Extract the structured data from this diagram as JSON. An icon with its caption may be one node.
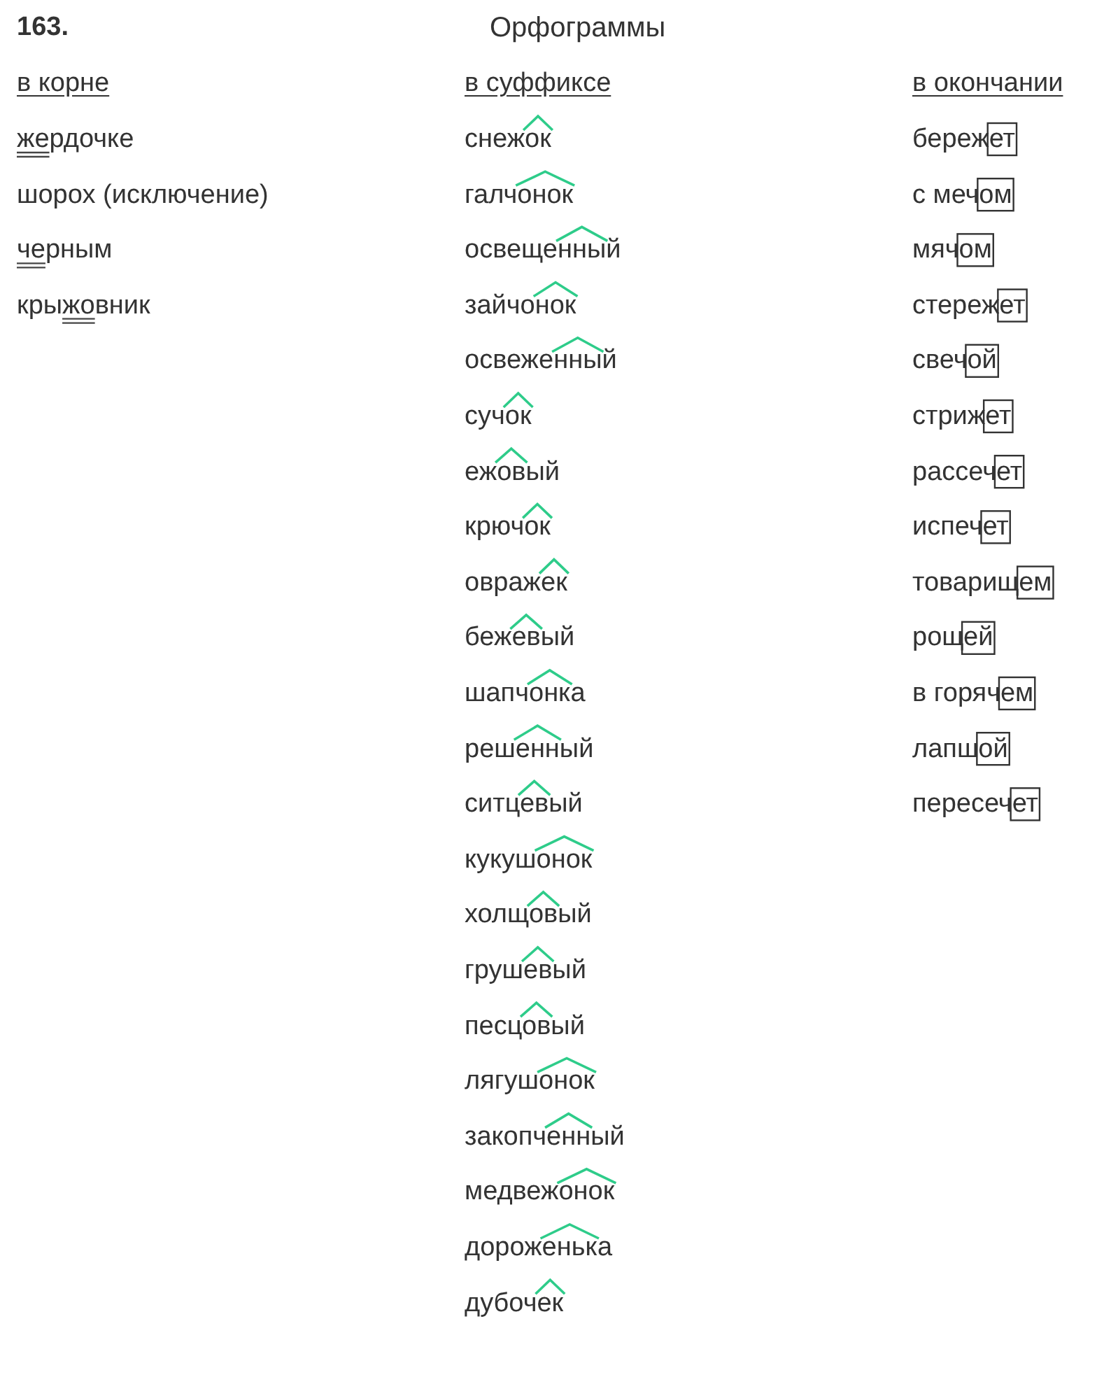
{
  "diagram": {
    "title": "Орфограммы",
    "labels": [
      "163.",
      "в корне",
      "в суффиксе",
      "в окончании",
      "жердочке",
      "шорох (исключение)",
      "черным",
      "крыжовник",
      "снежок",
      "галчонок",
      "освещенный",
      "зайчонок",
      "освеженный",
      "сучок",
      "ежовый",
      "крючок",
      "овражек",
      "бежевый",
      "шапчонка",
      "решенный",
      "ситцевый",
      "кукушонок",
      "холщовый",
      "грушевый",
      "песцовый",
      "лягушонок",
      "закопченный",
      "медвежонок",
      "дороженька",
      "дубочек",
      "бережет",
      "с мечом",
      "мячом",
      "стережет",
      "свечой",
      "стрижет",
      "рассечет",
      "испечет",
      "товарищем",
      "рощей",
      "в горячем",
      "лапшой",
      "пересечет"
    ]
  }
}
